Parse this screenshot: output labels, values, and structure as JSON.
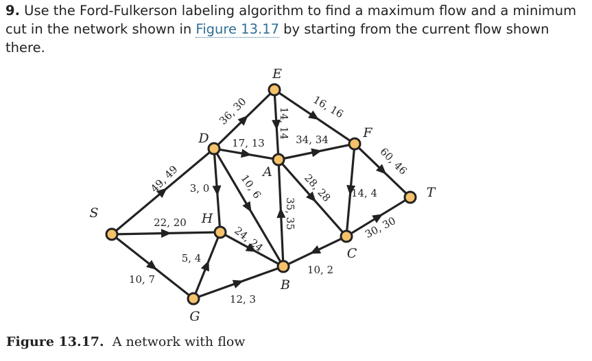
{
  "problem": {
    "number": "9.",
    "text_before": " Use the Ford-Fulkerson labeling algorithm to find a maximum flow and a minimum cut in the network shown in ",
    "figure_ref": "Figure 13.17",
    "text_after": " by starting from the current flow shown there."
  },
  "caption": {
    "label": "Figure 13.17.",
    "text": "A network with flow"
  },
  "node_color": "#f5c26b",
  "edge_color": "#222222",
  "nodes": [
    {
      "id": "S",
      "label": "S"
    },
    {
      "id": "D",
      "label": "D"
    },
    {
      "id": "E",
      "label": "E"
    },
    {
      "id": "A",
      "label": "A"
    },
    {
      "id": "F",
      "label": "F"
    },
    {
      "id": "T",
      "label": "T"
    },
    {
      "id": "H",
      "label": "H"
    },
    {
      "id": "B",
      "label": "B"
    },
    {
      "id": "C",
      "label": "C"
    },
    {
      "id": "G",
      "label": "G"
    }
  ],
  "edges": [
    {
      "from": "S",
      "to": "D",
      "label": "49, 49"
    },
    {
      "from": "S",
      "to": "H",
      "label": "22, 20"
    },
    {
      "from": "S",
      "to": "G",
      "label": "10, 7"
    },
    {
      "from": "D",
      "to": "E",
      "label": "36, 30"
    },
    {
      "from": "D",
      "to": "A",
      "label": "17, 13"
    },
    {
      "from": "D",
      "to": "H",
      "label": "3, 0"
    },
    {
      "from": "D",
      "to": "B",
      "label": "10, 6"
    },
    {
      "from": "E",
      "to": "A",
      "label": "14, 14"
    },
    {
      "from": "E",
      "to": "F",
      "label": "16, 16"
    },
    {
      "from": "A",
      "to": "F",
      "label": "34, 34"
    },
    {
      "from": "A",
      "to": "C",
      "label": "28, 28"
    },
    {
      "from": "B",
      "to": "A",
      "label": "35, 35"
    },
    {
      "from": "F",
      "to": "T",
      "label": "60, 46"
    },
    {
      "from": "F",
      "to": "C",
      "label": "14, 4"
    },
    {
      "from": "C",
      "to": "T",
      "label": "30, 30"
    },
    {
      "from": "C",
      "to": "B",
      "label": "10, 2"
    },
    {
      "from": "H",
      "to": "B",
      "label": "24, 24"
    },
    {
      "from": "G",
      "to": "H",
      "label": "5, 4"
    },
    {
      "from": "G",
      "to": "B",
      "label": "12, 3"
    }
  ]
}
